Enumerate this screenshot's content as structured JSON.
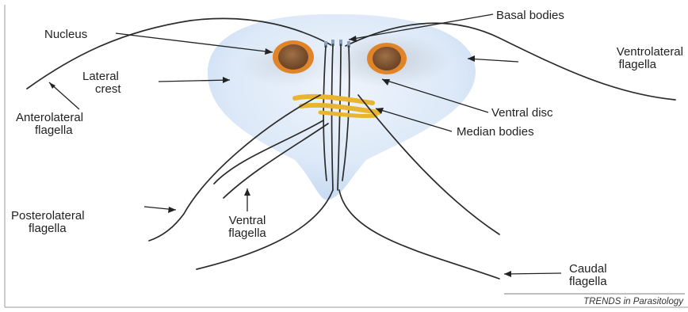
{
  "labels": {
    "basal_bodies": "Basal bodies",
    "nucleus": "Nucleus",
    "ventrolateral_1": "Ventrolateral",
    "ventrolateral_2": "flagella",
    "lateral_crest_1": "Lateral",
    "lateral_crest_2": "crest",
    "anterolateral_1": "Anterolateral",
    "anterolateral_2": "flagella",
    "ventral_disc": "Ventral disc",
    "median_bodies": "Median bodies",
    "posterolateral_1": "Posterolateral",
    "posterolateral_2": "flagella",
    "ventral_flagella_1": "Ventral",
    "ventral_flagella_2": "flagella",
    "caudal_1": "Caudal",
    "caudal_2": "flagella"
  },
  "credit": "TRENDS in Parasitology",
  "colors": {
    "body_fill": "#dce9f8",
    "ventral_disc": "#c9d2dc",
    "nucleus_ring": "#e0842a",
    "nucleus_core": "#8a5a36",
    "median_bodies": "#e9b531",
    "flagella": "#2b2b2b"
  }
}
